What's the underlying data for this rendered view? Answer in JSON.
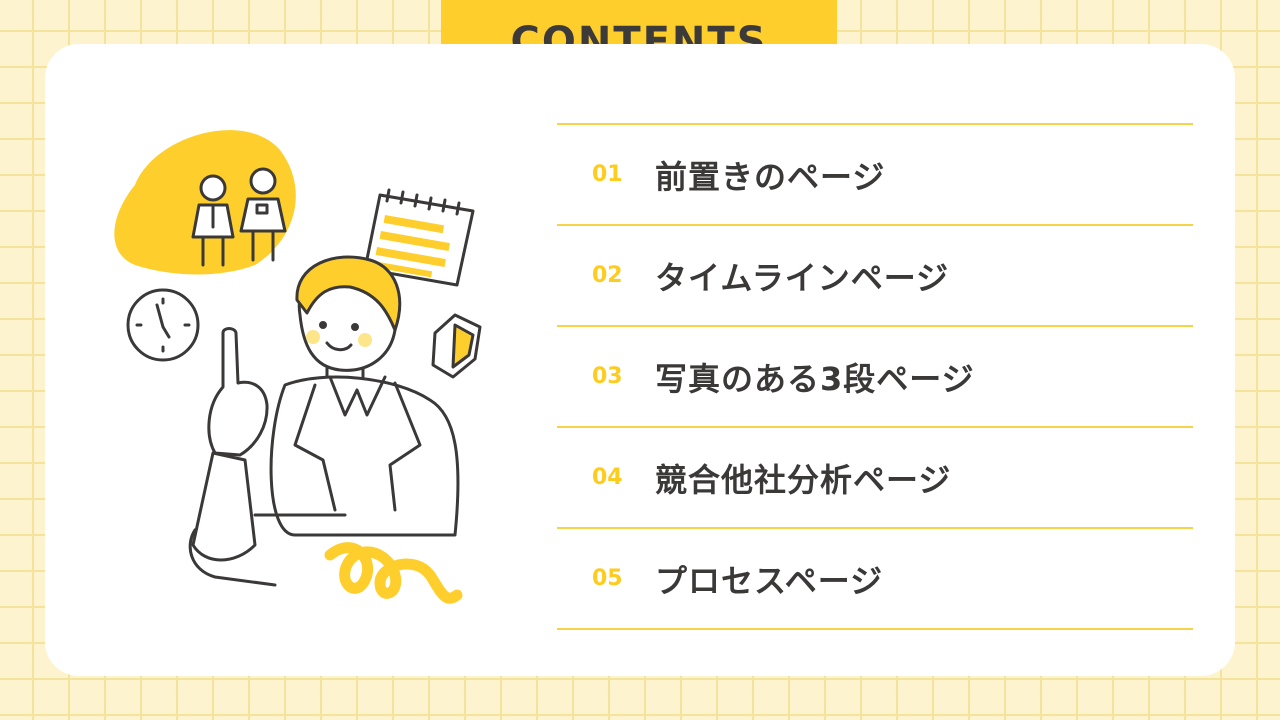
{
  "header": {
    "title": "CONTENTS"
  },
  "contents": {
    "items": [
      {
        "number": "01",
        "label": "前置きのページ"
      },
      {
        "number": "02",
        "label": "タイムラインページ"
      },
      {
        "number": "03",
        "label": "写真のある3段ページ"
      },
      {
        "number": "04",
        "label": "競合他社分析ページ"
      },
      {
        "number": "05",
        "label": "プロセスページ"
      }
    ]
  },
  "colors": {
    "accent": "#fecf2c",
    "background": "#fdf4cf",
    "text": "#3b3838",
    "card": "#ffffff"
  },
  "illustration": {
    "icons": [
      "business-people-icon",
      "calendar-icon",
      "clock-icon",
      "beginner-mark-icon",
      "pointing-man-illustration",
      "squiggle-icon"
    ]
  }
}
